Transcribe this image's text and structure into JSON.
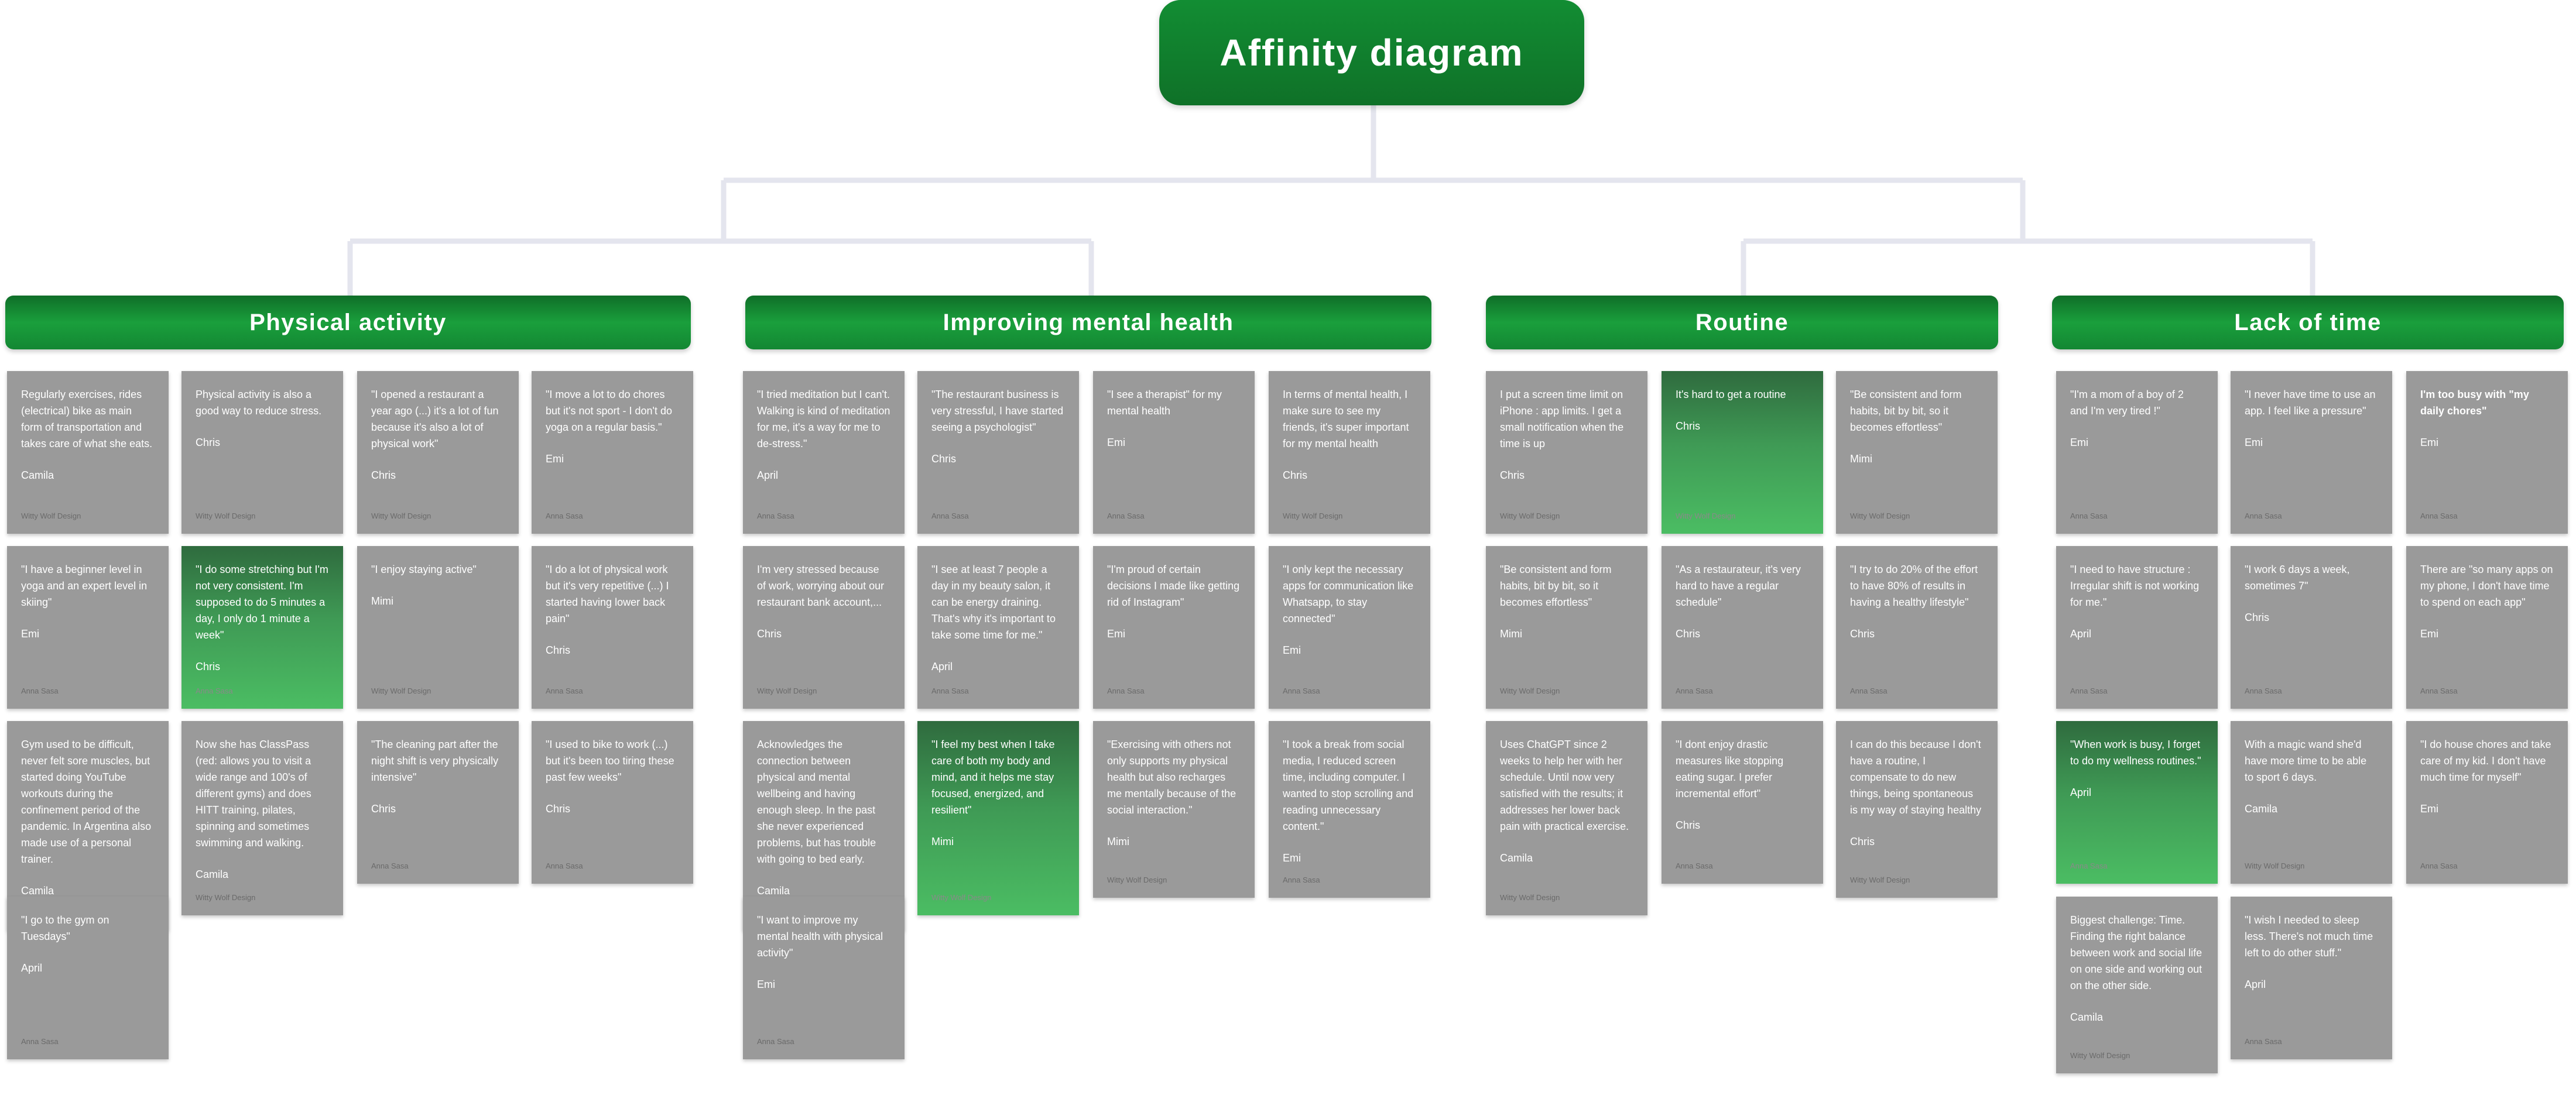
{
  "title": "Affinity diagram",
  "colors": {
    "header_green": "#138733",
    "note_gray": "#9a9a9a",
    "note_green": "#4bbd63",
    "connector": "#e4e5ee"
  },
  "categories": [
    {
      "title": "Physical activity",
      "notes": [
        {
          "text": "Regularly exercises, rides (electrical) bike as main form of transportation and takes care of what she eats.",
          "author": "Camila",
          "credit": "Witty Wolf Design",
          "style": "gray"
        },
        {
          "text": "Physical activity is also a good way to reduce stress.",
          "author": "Chris",
          "credit": "Witty Wolf Design",
          "style": "gray"
        },
        {
          "text": "\"I opened a restaurant a year ago (...) it's a lot of fun because it's also a lot of physical work\"",
          "author": "Chris",
          "credit": "Witty Wolf Design",
          "style": "gray"
        },
        {
          "text": "\"I move a lot to do chores but it's not sport - I don't do yoga on a regular basis.\"",
          "author": "Emi",
          "credit": "Anna Sasa",
          "style": "gray"
        },
        {
          "text": "\"I have a beginner level in yoga and an expert level in skiing\"",
          "author": "Emi",
          "credit": "Anna Sasa",
          "style": "gray"
        },
        {
          "text": "\"I do some stretching but I'm not very consistent. I'm supposed to do 5 minutes a day, I only do 1 minute a week\"",
          "author": "Chris",
          "credit": "Anna Sasa",
          "style": "green"
        },
        {
          "text": "\"I enjoy staying active\"",
          "author": "Mimi",
          "credit": "Witty Wolf Design",
          "style": "gray"
        },
        {
          "text": "\"I do a lot of physical work but it's very repetitive (...) I started having lower back pain\"",
          "author": "Chris",
          "credit": "Anna Sasa",
          "style": "gray"
        },
        {
          "text": "Gym used to be difficult, never felt sore muscles, but started doing YouTube workouts during the confinement period of the pandemic. In Argentina also made use of a personal trainer.",
          "author": "Camila",
          "credit": "Witty Wolf Design",
          "style": "gray"
        },
        {
          "text": "Now she has ClassPass (red: allows you to visit a wide range and 100's of different gyms) and does HITT training, pilates, spinning and sometimes swimming and walking.",
          "author": "Camila",
          "credit": "Witty Wolf Design",
          "style": "gray"
        },
        {
          "text": "\"The cleaning part after the night shift is very physically intensive\"",
          "author": "Chris",
          "credit": "Anna Sasa",
          "style": "gray"
        },
        {
          "text": "\"I used to bike to work (...) but it's been too tiring these past few weeks\"",
          "author": "Chris",
          "credit": "Anna Sasa",
          "style": "gray"
        },
        {
          "text": "\"I go to the gym on Tuesdays\"",
          "author": "April",
          "credit": "Anna Sasa",
          "style": "gray"
        }
      ]
    },
    {
      "title": "Improving mental health",
      "notes": [
        {
          "text": "\"I tried meditation but I can't. Walking is kind of meditation for me, it's a way for me to de-stress.\"",
          "author": "April",
          "credit": "Anna Sasa",
          "style": "gray"
        },
        {
          "text": "\"The restaurant business is very stressful, I have started seeing a psychologist\"",
          "author": "Chris",
          "credit": "Anna Sasa",
          "style": "gray"
        },
        {
          "text": "\"I see a therapist\" for my mental health",
          "author": "Emi",
          "credit": "Anna Sasa",
          "style": "gray"
        },
        {
          "text": "In terms of mental health, I make sure to see my friends, it's super important for my mental health",
          "author": "Chris",
          "credit": "Witty Wolf Design",
          "style": "gray"
        },
        {
          "text": "I'm very stressed because of work, worrying about our restaurant bank account,...",
          "author": "Chris",
          "credit": "Witty Wolf Design",
          "style": "gray"
        },
        {
          "text": "\"I see at least 7 people a day in my beauty salon, it can be energy draining. That's why it's important to take some time for me.\"",
          "author": "April",
          "credit": "Anna Sasa",
          "style": "gray"
        },
        {
          "text": "\"I'm proud of certain decisions I made like getting rid of Instagram\"",
          "author": "Emi",
          "credit": "Anna Sasa",
          "style": "gray"
        },
        {
          "text": "\"I only kept the necessary apps for communication like Whatsapp, to stay connected\"",
          "author": "Emi",
          "credit": "Anna Sasa",
          "style": "gray"
        },
        {
          "text": "Acknowledges the connection between physical and mental wellbeing and having enough sleep. In the past she never experienced problems, but has trouble with going to bed early.",
          "author": "Camila",
          "credit": "Witty Wolf Design",
          "style": "gray"
        },
        {
          "text": "\"I feel my best when I take care of both my body and mind, and it helps me stay focused, energized, and resilient\"",
          "author": "Mimi",
          "credit": "Witty Wolf Design",
          "style": "green"
        },
        {
          "text": "\"Exercising with others not only supports my physical health but also recharges me mentally because of the social interaction.\"",
          "author": "Mimi",
          "credit": "Witty Wolf Design",
          "style": "gray"
        },
        {
          "text": "\"I took a break from social media, I reduced screen time, including computer. I wanted to stop scrolling and reading unnecessary content.\"",
          "author": "Emi",
          "credit": "Anna Sasa",
          "style": "gray"
        },
        {
          "text": "\"I want to improve my mental health with physical activity\"",
          "author": "Emi",
          "credit": "Anna Sasa",
          "style": "gray"
        }
      ]
    },
    {
      "title": "Routine",
      "notes": [
        {
          "text": "I put a screen time limit on iPhone : app limits. I get a small notification when the time is up",
          "author": "Chris",
          "credit": "Witty Wolf Design",
          "style": "gray"
        },
        {
          "text": "It's hard to get a routine",
          "author": "Chris",
          "credit": "Witty Wolf Design",
          "style": "green"
        },
        {
          "text": "\"Be consistent and form habits, bit by bit, so it becomes effortless\"",
          "author": "Mimi",
          "credit": "Witty Wolf Design",
          "style": "gray"
        },
        {
          "text": "\"Be consistent and form habits, bit by bit, so it becomes effortless\"",
          "author": "Mimi",
          "credit": "Witty Wolf Design",
          "style": "gray"
        },
        {
          "text": "\"As a restaurateur, it's very hard to have a regular schedule\"",
          "author": "Chris",
          "credit": "Anna Sasa",
          "style": "gray"
        },
        {
          "text": "\"I try to do 20% of the effort to have 80% of results in having a healthy lifestyle\"",
          "author": "Chris",
          "credit": "Anna Sasa",
          "style": "gray"
        },
        {
          "text": "Uses ChatGPT since 2 weeks to help her with her schedule. Until now very satisfied with the results; it addresses her lower back pain with practical exercise.",
          "author": "Camila",
          "credit": "Witty Wolf Design",
          "style": "gray"
        },
        {
          "text": "\"I dont enjoy drastic measures like stopping eating sugar. I prefer incremental effort\"",
          "author": "Chris",
          "credit": "Anna Sasa",
          "style": "gray"
        },
        {
          "text": "I can do this because I don't have a routine, I compensate to do new things, being spontaneous is my way of staying healthy",
          "author": "Chris",
          "credit": "Witty Wolf Design",
          "style": "gray"
        }
      ]
    },
    {
      "title": "Lack of time",
      "notes": [
        {
          "text": "\"I'm a mom of a boy of 2 and I'm very tired !\"",
          "author": "Emi",
          "credit": "Anna Sasa",
          "style": "gray"
        },
        {
          "text": "\"I never have time to use an app. I feel like a pressure\"",
          "author": "Emi",
          "credit": "Anna Sasa",
          "style": "gray"
        },
        {
          "text": "I'm too busy with \"my daily chores\"",
          "author": "Emi",
          "credit": "Anna Sasa",
          "style": "bold"
        },
        {
          "text": "\"I need to have structure : Irregular shift is not working for me.\"",
          "author": "April",
          "credit": "Anna Sasa",
          "style": "gray"
        },
        {
          "text": "\"I work 6 days a week, sometimes 7\"",
          "author": "Chris",
          "credit": "Anna Sasa",
          "style": "gray"
        },
        {
          "text": "There are \"so many apps on my phone, I don't have time to spend on each app\"",
          "author": "Emi",
          "credit": "Anna Sasa",
          "style": "gray"
        },
        {
          "text": "\"When work is busy, I forget to do my wellness routines.\"",
          "author": "April",
          "credit": "Anna Sasa",
          "style": "green"
        },
        {
          "text": "With a magic wand she'd have more time to be able to sport 6 days.",
          "author": "Camila",
          "credit": "Witty Wolf Design",
          "style": "gray"
        },
        {
          "text": "\"I do house chores and take care of my kid. I don't have much time for myself\"",
          "author": "Emi",
          "credit": "Anna Sasa",
          "style": "gray"
        },
        {
          "text": "Biggest challenge: Time. Finding the right balance between work and social life on one side and working out on the other side.",
          "author": "Camila",
          "credit": "Witty Wolf Design",
          "style": "gray"
        },
        {
          "text": "\"I wish I needed to sleep less. There's not much time left to do other stuff.\"",
          "author": "April",
          "credit": "Anna Sasa",
          "style": "gray"
        }
      ]
    }
  ]
}
